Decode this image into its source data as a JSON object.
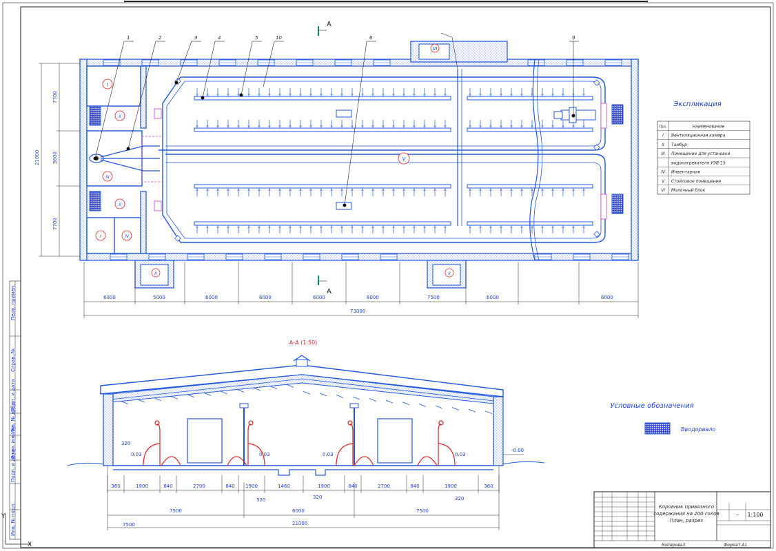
{
  "section_marks": {
    "top": "A",
    "bottom": "A"
  },
  "leaders": [
    "1",
    "2",
    "3",
    "4",
    "5",
    "10",
    "6",
    "9"
  ],
  "rooms": {
    "vent_top": "I",
    "tambour_top": "II",
    "room_III": "III",
    "tambour_mid": "II",
    "vent_bot": "I",
    "inventory": "IV",
    "stall": "V",
    "milk": "VI",
    "tambour_bot1": "II",
    "tambour_bot2": "II"
  },
  "plan_dims": {
    "left_top": "7700",
    "left_mid": "3600",
    "left_bot": "7700",
    "left_total": "21000",
    "bottom": [
      "6000",
      "5000",
      "6000",
      "6000",
      "6000",
      "6000",
      "7500",
      "6000",
      "6000"
    ],
    "total": "73000"
  },
  "explication": {
    "title": "Экспликация",
    "header": [
      "Поз.",
      "Наименование"
    ],
    "rows": [
      [
        "I",
        "Вентиляционная камера"
      ],
      [
        "II",
        "Тамбур"
      ],
      [
        "III",
        "Помещение для установки"
      ],
      [
        "",
        "водонагревателя УЭВ-15"
      ],
      [
        "IV",
        "Инвентарная"
      ],
      [
        "V",
        "Стойловое помещение"
      ],
      [
        "VI",
        "Молочный блок"
      ]
    ]
  },
  "section": {
    "title": "А-А (1:50)",
    "labels": [
      "320",
      "0.03",
      "0.03",
      "0.03",
      "0.03",
      "-0.00"
    ],
    "dims_row1": [
      "360",
      "1900",
      "840",
      "2700",
      "840",
      "1900",
      "1460",
      "1900",
      "840",
      "2700",
      "840",
      "1900",
      "360"
    ],
    "dims_row1_sub": [
      "320",
      "320",
      "320"
    ],
    "dims_row2": [
      "7500",
      "6000",
      "7500"
    ],
    "total": "21000"
  },
  "legend": {
    "title": "Условные обозначения",
    "item": "Вводорвало"
  },
  "title_block": {
    "name_line1": "Коровник привязного",
    "name_line2": "содержания на 200 голов",
    "name_line3": "План, разрез",
    "scale": "1:100",
    "sheet_no": "–",
    "copied": "Копировал",
    "format": "Формат А1"
  },
  "left_strip": [
    "Инв. № подл.",
    "Подп. и дата",
    "Взам. инв. №",
    "Инв. № дубл.",
    "Подп. и дата",
    "Справ. №",
    "Перв. примен."
  ]
}
